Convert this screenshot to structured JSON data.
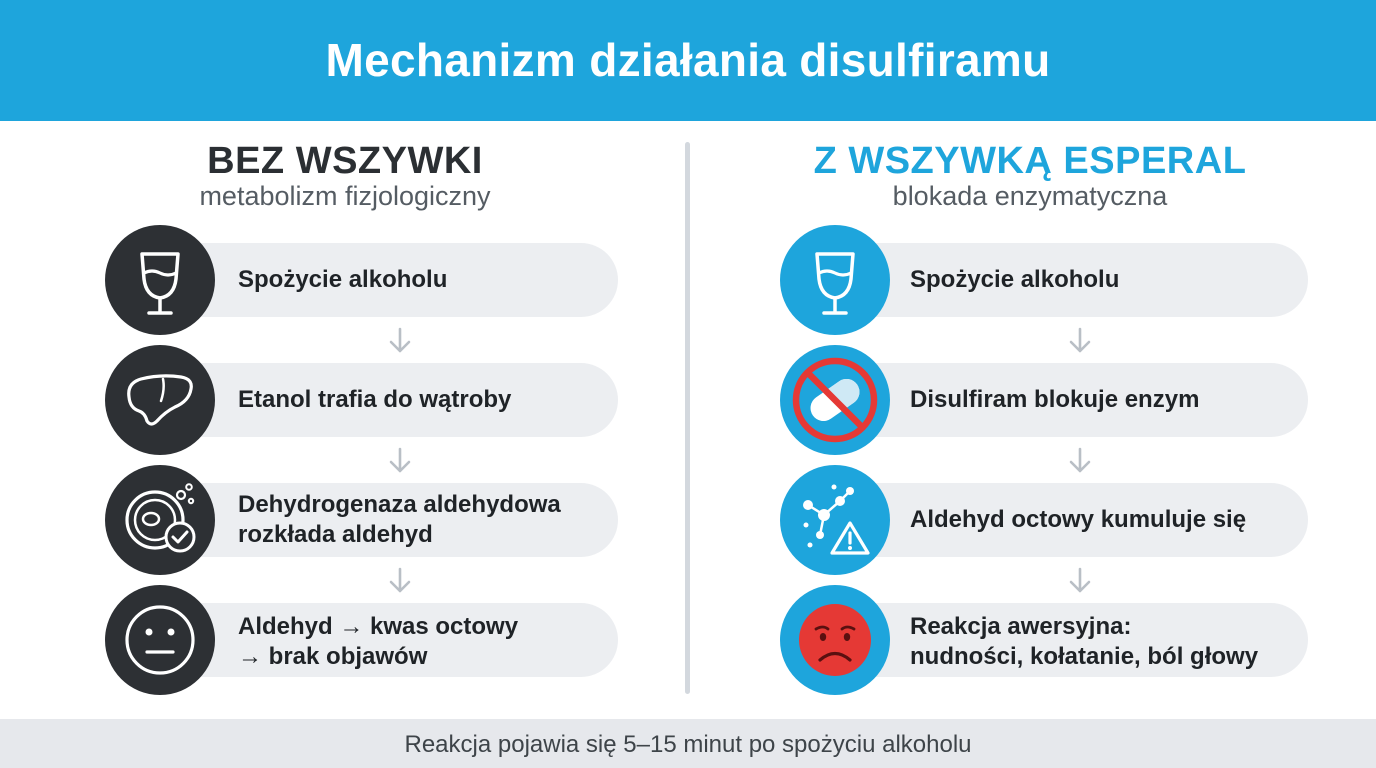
{
  "header": {
    "title": "Mechanizm działania disulfiramu"
  },
  "left": {
    "title": "BEZ WSZYWKI",
    "subtitle": "metabolizm fizjologiczny",
    "steps": [
      {
        "icon": "wine-glass-icon",
        "label": "Spożycie alkoholu"
      },
      {
        "icon": "liver-icon",
        "label": "Etanol trafia do wątroby"
      },
      {
        "icon": "enzyme-check-icon",
        "label": "Dehydrogenaza aldehydowa\nrozkłada aldehyd"
      },
      {
        "icon": "neutral-face-icon",
        "label": "Aldehyd → kwas octowy\n→ brak objawów"
      }
    ]
  },
  "right": {
    "title": "Z WSZYWKĄ ESPERAL",
    "subtitle": "blokada enzymatyczna",
    "steps": [
      {
        "icon": "wine-glass-icon",
        "label": "Spożycie alkoholu"
      },
      {
        "icon": "blocked-pill-icon",
        "label": "Disulfiram blokuje enzym"
      },
      {
        "icon": "molecule-warning-icon",
        "label": "Aldehyd octowy kumuluje się"
      },
      {
        "icon": "sick-face-icon",
        "label": "Reakcja awersyjna:\nnudności, kołatanie, ból głowy"
      }
    ]
  },
  "footer": {
    "note": "Reakcja pojawia się 5–15 minut po spożyciu alkoholu"
  },
  "colors": {
    "accent": "#1ea5dc",
    "dark": "#2d3034",
    "warning": "#e53935"
  }
}
